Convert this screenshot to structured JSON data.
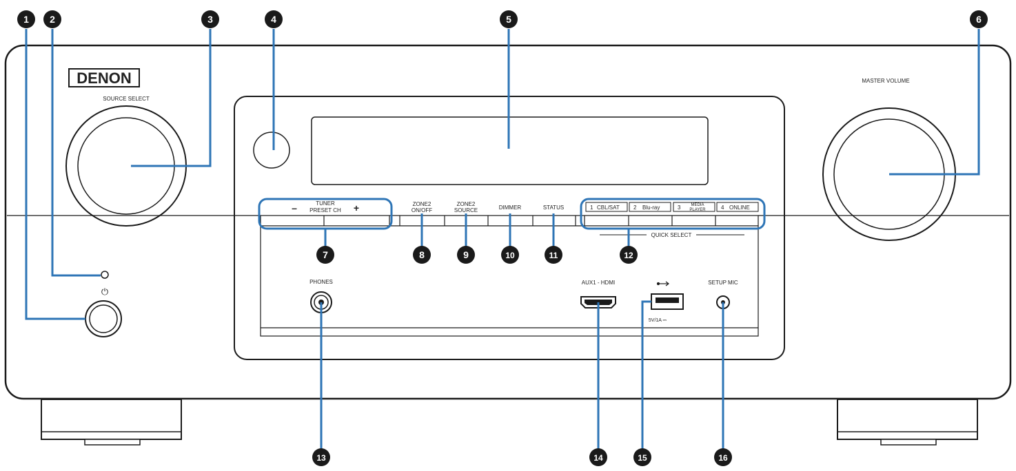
{
  "brand": "DENON",
  "labels": {
    "source_select": "SOURCE SELECT",
    "master_volume": "MASTER VOLUME",
    "tuner_line1": "TUNER",
    "tuner_line2": "PRESET CH",
    "tuner_minus": "–",
    "tuner_plus": "+",
    "zone2_onoff_line1": "ZONE2",
    "zone2_onoff_line2": "ON/OFF",
    "zone2_source_line1": "ZONE2",
    "zone2_source_line2": "SOURCE",
    "dimmer": "DIMMER",
    "status": "STATUS",
    "quick_select": "QUICK SELECT",
    "phones": "PHONES",
    "aux1_hdmi": "AUX1 - HDMI",
    "usb_rating": "5V/1A ⎓",
    "setup_mic": "SETUP MIC",
    "power_symbol": "⏻"
  },
  "quick_select_buttons": [
    {
      "num": "1",
      "name": "CBL/SAT"
    },
    {
      "num": "2",
      "name": "Blu-ray"
    },
    {
      "num": "3",
      "name_line1": "MEDIA",
      "name_line2": "PLAYER"
    },
    {
      "num": "4",
      "name": "ONLINE"
    }
  ],
  "callouts": [
    "1",
    "2",
    "3",
    "4",
    "5",
    "6",
    "7",
    "8",
    "9",
    "10",
    "11",
    "12",
    "13",
    "14",
    "15",
    "16"
  ],
  "colors": {
    "callout_fill": "#1a1a1a",
    "callout_line": "#2e75b6",
    "outline": "#1a1a1a"
  }
}
